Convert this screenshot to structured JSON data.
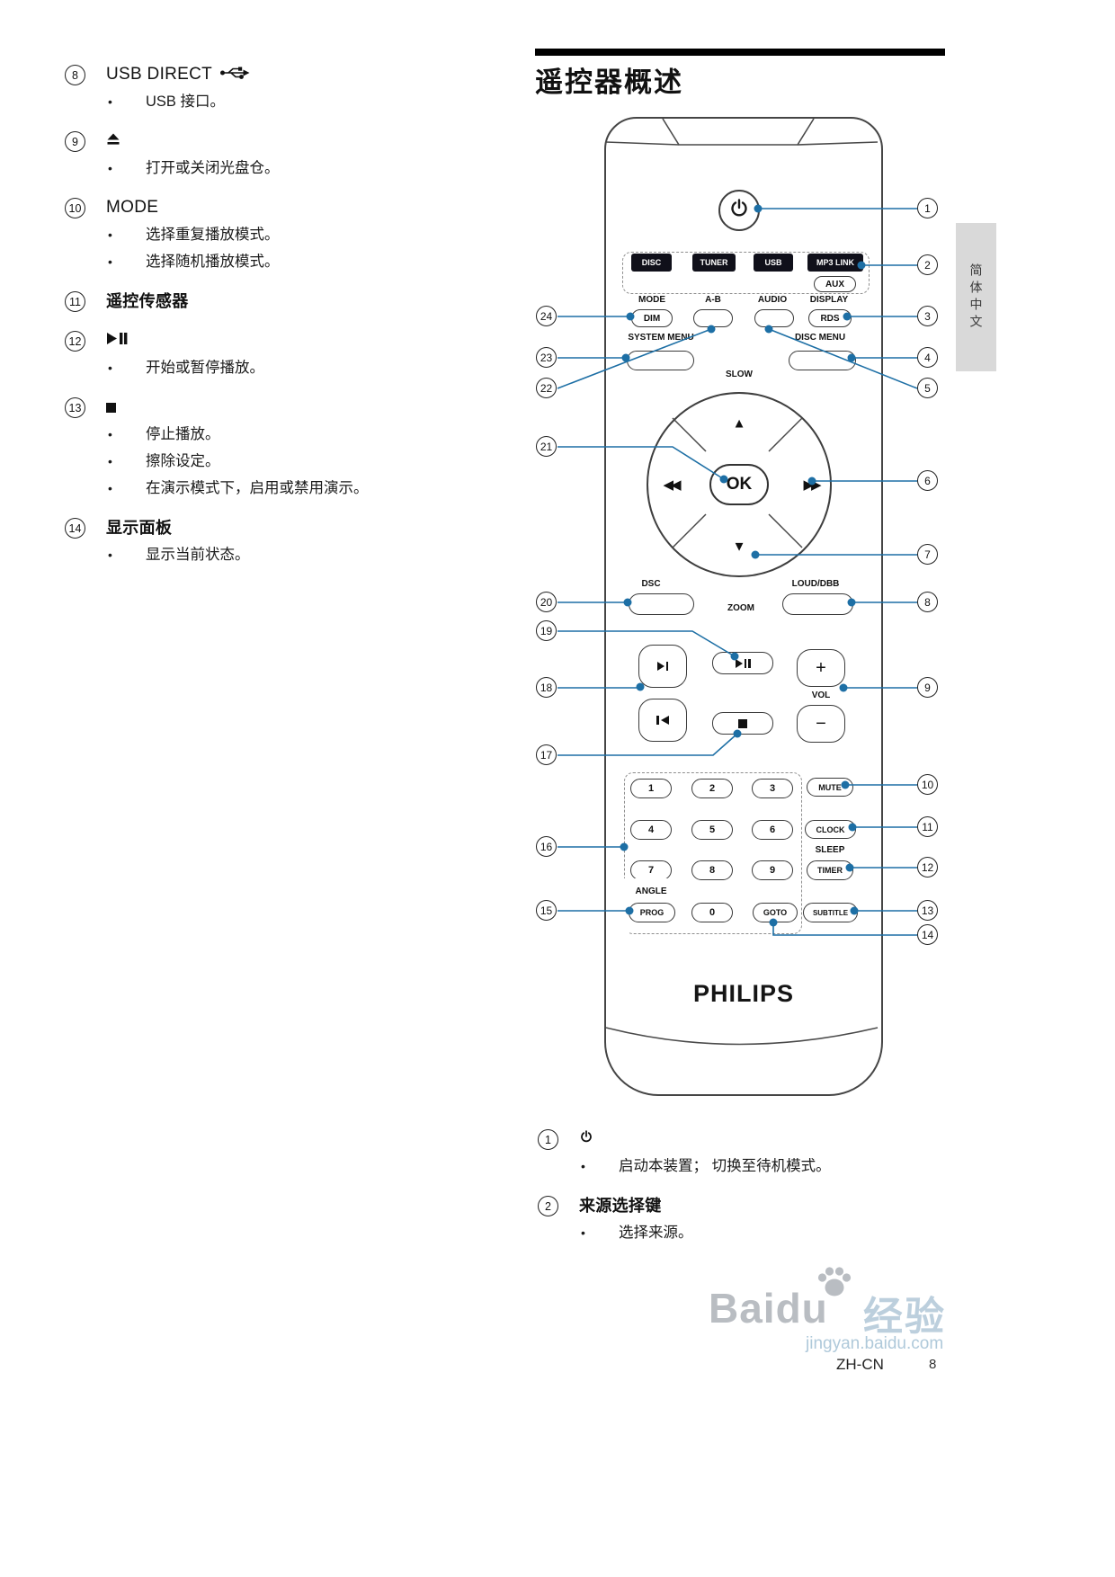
{
  "ui": {
    "bullet": "•"
  },
  "left_list": [
    {
      "num": "8",
      "title": "USB DIRECT",
      "bullets": [
        "USB 接口。"
      ]
    },
    {
      "num": "9",
      "title": "",
      "bullets": [
        "打开或关闭光盘仓。"
      ]
    },
    {
      "num": "10",
      "title": "MODE",
      "bullets": [
        "选择重复播放模式。",
        "选择随机播放模式。"
      ]
    },
    {
      "num": "11",
      "title": "遥控传感器",
      "bullets": []
    },
    {
      "num": "12",
      "title": "",
      "bullets": [
        "开始或暂停播放。"
      ]
    },
    {
      "num": "13",
      "title": "",
      "bullets": [
        "停止播放。",
        "擦除设定。",
        "在演示模式下，启用或禁用演示。"
      ]
    },
    {
      "num": "14",
      "title": "显示面板",
      "bullets": [
        "显示当前状态。"
      ]
    }
  ],
  "section": {
    "title": "遥控器概述"
  },
  "side_tab": {
    "label": "简体中文"
  },
  "remote": {
    "brand": "PHILIPS",
    "source_buttons": [
      "DISC",
      "TUNER",
      "USB",
      "MP3 LINK"
    ],
    "aux": "AUX",
    "labels": {
      "mode": "MODE",
      "ab": "A-B",
      "audio": "AUDIO",
      "display": "DISPLAY",
      "dim": "DIM",
      "rds": "RDS",
      "system_menu": "SYSTEM MENU",
      "disc_menu": "DISC MENU",
      "slow": "SLOW",
      "ok": "OK",
      "dsc": "DSC",
      "zoom": "ZOOM",
      "loud_dbb": "LOUD/DBB",
      "vol": "VOL",
      "plus": "+",
      "minus": "−",
      "mute": "MUTE",
      "clock": "CLOCK",
      "sleep": "SLEEP",
      "timer": "TIMER",
      "angle": "ANGLE",
      "prog": "PROG",
      "goto": "GOTO",
      "subtitle": "SUBTITLE"
    },
    "glyphs": {
      "up": "▲",
      "down": "▼",
      "rew": "◀◀",
      "ffw": "▶▶"
    },
    "digits": [
      "1",
      "2",
      "3",
      "4",
      "5",
      "6",
      "7",
      "8",
      "9",
      "0"
    ]
  },
  "callouts": {
    "left": [
      "24",
      "23",
      "22",
      "21",
      "20",
      "19",
      "18",
      "17",
      "16",
      "15"
    ],
    "right": [
      "1",
      "2",
      "3",
      "4",
      "5",
      "6",
      "7",
      "8",
      "9",
      "10",
      "11",
      "12",
      "13",
      "14"
    ]
  },
  "bottom_list": [
    {
      "num": "1",
      "title": "",
      "bullets": [
        "启动本装置； 切换至待机模式。"
      ]
    },
    {
      "num": "2",
      "title": "来源选择键",
      "bullets": [
        "选择来源。"
      ]
    }
  ],
  "footer": {
    "code": "ZH-CN",
    "page": "8"
  },
  "watermark": {
    "brand": "Baidu",
    "suffix": "经验",
    "url": "jingyan.baidu.com"
  },
  "colors": {
    "accent": "#1d6fa5"
  }
}
